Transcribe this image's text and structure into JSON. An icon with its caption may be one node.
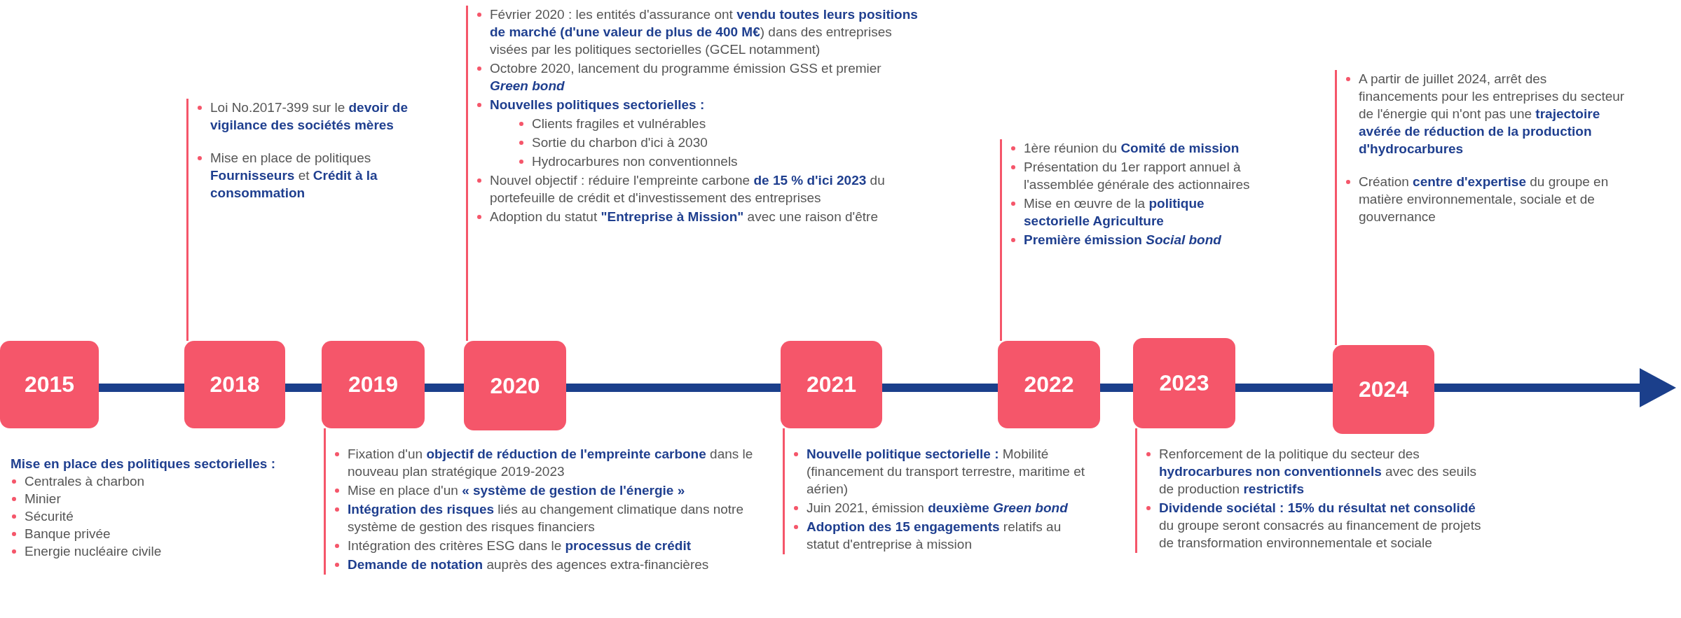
{
  "diagram": {
    "nodes": [
      {
        "text": [
          "2015"
        ],
        "beside": [
          "Mise en place des politiques sectorielles :",
          "Centrales à charbon",
          "Minier",
          "Sécurité",
          "Banque privée",
          "Energie nucléaire civile"
        ]
      },
      {
        "text": [
          "2018"
        ]
      },
      {
        "text": [
          "2019"
        ]
      },
      {
        "text": [
          "2020"
        ]
      },
      {
        "text": [
          "2021"
        ]
      },
      {
        "text": [
          "2022"
        ]
      },
      {
        "text": [
          "2023"
        ]
      },
      {
        "text": [
          "2024"
        ]
      },
      {
        "text": [
          "Loi No.2017-399 sur le **devoir de vigilance des sociétés mères**",
          "Mise en place de politiques **Fournisseurs** et **Crédit à la consommation**"
        ]
      },
      {
        "text": [
          "Fixation d'un **objectif de réduction de l'empreinte carbone** dans le nouveau plan stratégique 2019-2023",
          "Mise en place d'un **« système de gestion de l'énergie »**",
          "**Intégration des risques** liés au changement climatique dans notre système de gestion des risques financiers",
          "Intégration des critères ESG dans le **processus de crédit**",
          "**Demande de notation** auprès des agences extra-financières"
        ]
      },
      {
        "text": [
          "Février 2020 : les entités d'assurance ont **vendu toutes leurs positions de marché (d'une valeur de plus de 400 M€**) dans des entreprises visées par les politiques sectorielles (GCEL notamment)",
          "Octobre 2020, lancement du programme émission GSS et premier *Green bond*",
          "**Nouvelles politiques sectorielles :**",
          "Clients fragiles et vulnérables",
          "Sortie du charbon d'ici à 2030",
          "Hydrocarbures non conventionnels",
          "Nouvel objectif : réduire l'empreinte carbone **de 15 % d'ici 2023** du portefeuille de crédit et d'investissement des entreprises",
          "Adoption du statut **\"Entreprise à Mission\"** avec une raison d'être"
        ]
      },
      {
        "text": [
          "**Nouvelle politique sectorielle :** Mobilité (financement du transport terrestre, maritime et aérien)",
          "Juin 2021, émission **deuxième** *Green bond*",
          "**Adoption des 15 engagements** relatifs au statut d'entreprise à mission"
        ]
      },
      {
        "text": [
          "1ère réunion du **Comité de mission**",
          "Présentation du 1er rapport annuel à l'assemblée générale des actionnaires",
          "Mise en œuvre de la **politique sectorielle Agriculture**",
          "**Première émission** *Social bond*"
        ]
      },
      {
        "text": [
          "Renforcement de la politique du secteur des **hydrocarbures non conventionnels** avec des seuils de production **restrictifs**",
          "**Dividende sociétal : 15% du résultat net consolidé** du groupe seront consacrés au financement de projets de transformation environnementale et sociale"
        ]
      },
      {
        "text": [
          "A partir de juillet 2024, arrêt des financements pour les entreprises du secteur de l'énergie qui n'ont pas une **trajectoire avérée de réduction de la production d'hydrocarbures**",
          "Création **centre d'expertise** du groupe en matière environnementale, sociale et de gouvernance"
        ]
      }
    ],
    "edges": [
      {
        "from": 8,
        "to": 1,
        "arrow": "none"
      },
      {
        "from": 9,
        "to": 2,
        "arrow": "none"
      },
      {
        "from": 10,
        "to": 3,
        "arrow": "none"
      },
      {
        "from": 11,
        "to": 4,
        "arrow": "none"
      },
      {
        "from": 12,
        "to": 5,
        "arrow": "none"
      },
      {
        "from": 13,
        "to": 6,
        "arrow": "none"
      },
      {
        "from": 14,
        "to": 7,
        "arrow": "none"
      }
    ]
  }
}
